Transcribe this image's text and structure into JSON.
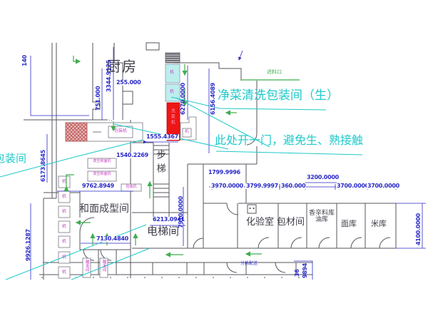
{
  "colors": {
    "dim": "#2a2ac8",
    "cyan": "#1fc9c9",
    "green": "#3fae4e",
    "wall": "#55555e",
    "pink": "#c643c6",
    "ink": "#3d3d47",
    "red": "#ee1515"
  },
  "rooms": {
    "kitchen": "厨房",
    "dough_forming": "和面成型间",
    "elevator": "电梯间",
    "lab": "化验室",
    "packing_material": "包材间",
    "spice_store": "香辛料库",
    "oil_store": "油库",
    "flour_store": "面库",
    "rice_store": "米库",
    "stairs": "步梯"
  },
  "annotations": {
    "clean_wash_room": "净菜清洗包装间（生）",
    "door_note": "此处开一门，避免生、熟接触",
    "packing_room": "包装间",
    "feed_inlet": "进料口",
    "sorting": "分拣配送"
  },
  "equipment": {
    "vacuum_mixer": "真空和面机",
    "packing_machine": "包装机",
    "washer": "洗菜机",
    "machine_tag": "机",
    "proofing": "醒发间"
  },
  "dims": {
    "d140": "140",
    "d751": "751.000",
    "d3344": "3344.9125",
    "d255": "255.000",
    "d6270": "6270.0000",
    "d6156": "6156.4089",
    "d1555": "1555.4367",
    "d1540": "1540.2269",
    "d6173": "6173.8645",
    "d9762": "9762.8949",
    "d9926": "9926.1287",
    "d7130": "7130.4840",
    "d6213": "6213.0941",
    "d7910": "7910.0000",
    "d1799": "1799.9996",
    "d3970": "3970.0000",
    "d3799": "3799.9997",
    "d360": "360.000",
    "d3200": "3200.0000",
    "d3700a": "3700.0000",
    "d3700b": "3700.0000",
    "d4100": "4100.0000",
    "d36": "36",
    "d9894": "9894"
  }
}
